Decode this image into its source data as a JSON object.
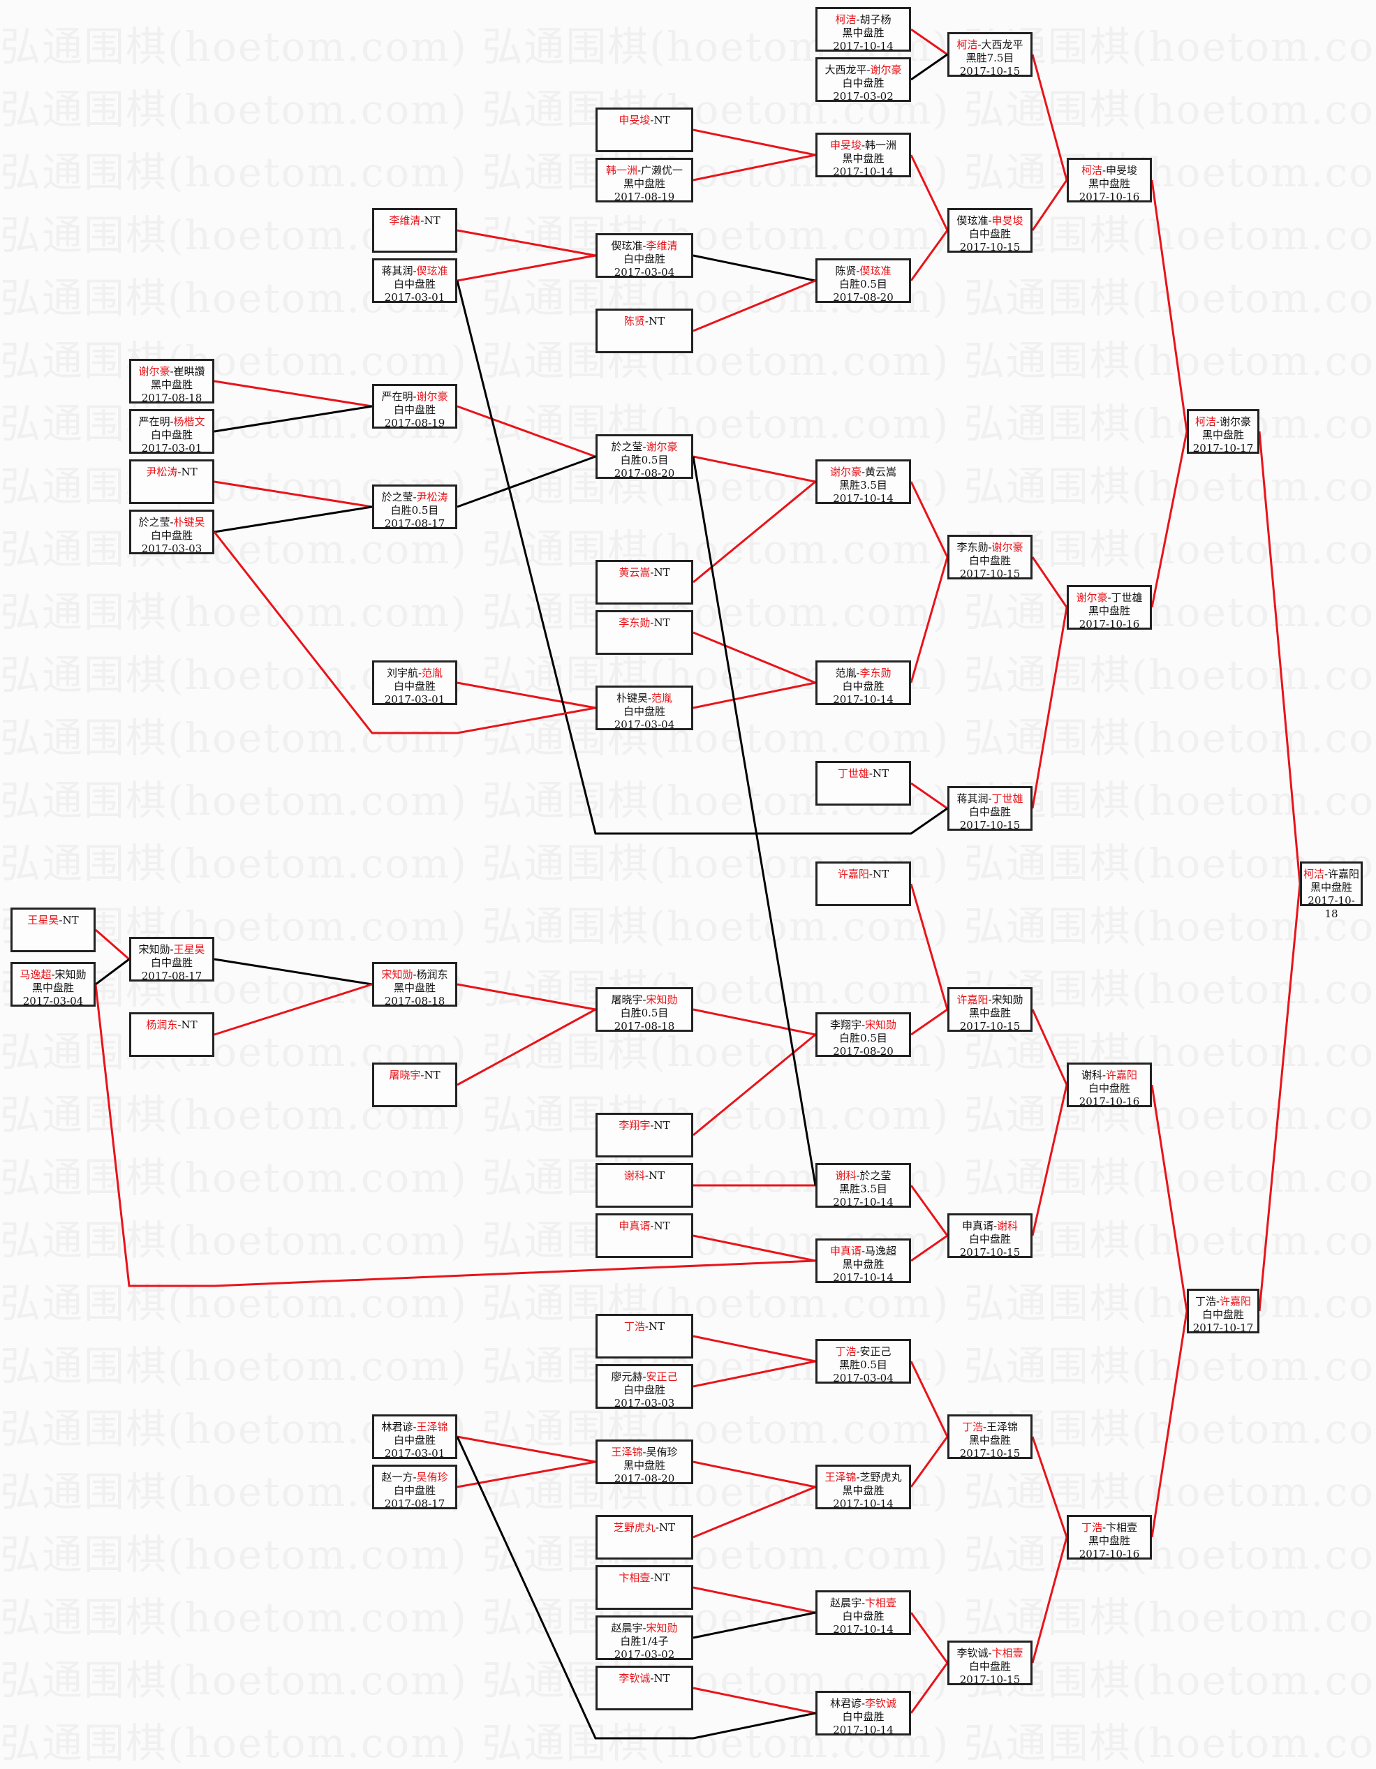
{
  "watermark_text": "弘通围棋(hoetom.com)",
  "colors": {
    "winner": "#e8141a",
    "win_line": "#e8141a",
    "loss_line": "#000000",
    "box_border": "#222222"
  },
  "matches": [
    {
      "id": "c0_0",
      "col": 0,
      "row": 1300,
      "p1": "王星昊",
      "p2": "NT",
      "winner": 1,
      "result": "",
      "date": ""
    },
    {
      "id": "c0_1",
      "col": 0,
      "row": 1378,
      "p1": "马逸超",
      "p2": "宋知勋",
      "winner": 1,
      "result": "黑中盘胜",
      "date": "2017-03-04",
      "bold": true
    },
    {
      "id": "c1_0",
      "col": 1,
      "row": 514,
      "p1": "谢尔豪",
      "p2": "崔晎讚",
      "winner": 1,
      "result": "黑中盘胜",
      "date": "2017-08-18",
      "bold": true
    },
    {
      "id": "c1_1",
      "col": 1,
      "row": 586,
      "p1": "严在明",
      "p2": "杨楷文",
      "winner": 2,
      "result": "白中盘胜",
      "date": "2017-03-01"
    },
    {
      "id": "c1_2",
      "col": 1,
      "row": 658,
      "p1": "尹松涛",
      "p2": "NT",
      "winner": 1,
      "result": "",
      "date": ""
    },
    {
      "id": "c1_3",
      "col": 1,
      "row": 730,
      "p1": "於之莹",
      "p2": "朴键昊",
      "winner": 2,
      "result": "白中盘胜",
      "date": "2017-03-03",
      "bold": true
    },
    {
      "id": "c1_4",
      "col": 1,
      "row": 1342,
      "p1": "宋知勋",
      "p2": "王星昊",
      "winner": 2,
      "result": "白中盘胜",
      "date": "2017-08-17"
    },
    {
      "id": "c1_5",
      "col": 1,
      "row": 1450,
      "p1": "杨润东",
      "p2": "NT",
      "winner": 1,
      "result": "",
      "date": ""
    },
    {
      "id": "c2_0",
      "col": 2,
      "row": 298,
      "p1": "李维清",
      "p2": "NT",
      "winner": 1,
      "result": "",
      "date": ""
    },
    {
      "id": "c2_1",
      "col": 2,
      "row": 370,
      "p1": "蒋其润",
      "p2": "偰玹准",
      "winner": 2,
      "result": "白中盘胜",
      "date": "2017-03-01",
      "bold": true
    },
    {
      "id": "c2_2",
      "col": 2,
      "row": 550,
      "p1": "严在明",
      "p2": "谢尔豪",
      "winner": 2,
      "result": "白中盘胜",
      "date": "2017-08-19"
    },
    {
      "id": "c2_3",
      "col": 2,
      "row": 694,
      "p1": "於之莹",
      "p2": "尹松涛",
      "winner": 2,
      "result": "白胜0.5目",
      "date": "2017-08-17"
    },
    {
      "id": "c2_4",
      "col": 2,
      "row": 946,
      "p1": "刘宇航",
      "p2": "范胤",
      "winner": 2,
      "result": "白中盘胜",
      "date": "2017-03-01"
    },
    {
      "id": "c2_5",
      "col": 2,
      "row": 1378,
      "p1": "宋知勋",
      "p2": "杨润东",
      "winner": 1,
      "result": "黑中盘胜",
      "date": "2017-08-18"
    },
    {
      "id": "c2_6",
      "col": 2,
      "row": 1522,
      "p1": "屠晓宇",
      "p2": "NT",
      "winner": 1,
      "result": "",
      "date": ""
    },
    {
      "id": "c2_7",
      "col": 2,
      "row": 2026,
      "p1": "林君谚",
      "p2": "王泽锦",
      "winner": 2,
      "result": "白中盘胜",
      "date": "2017-03-01",
      "bold": true
    },
    {
      "id": "c2_8",
      "col": 2,
      "row": 2098,
      "p1": "赵一方",
      "p2": "吴侑珍",
      "winner": 2,
      "result": "白中盘胜",
      "date": "2017-08-17"
    },
    {
      "id": "c3_0",
      "col": 3,
      "row": 154,
      "p1": "申旻埈",
      "p2": "NT",
      "winner": 1,
      "result": "",
      "date": ""
    },
    {
      "id": "c3_1",
      "col": 3,
      "row": 226,
      "p1": "韩一洲",
      "p2": "广濑优一",
      "winner": 1,
      "result": "黑中盘胜",
      "date": "2017-08-19"
    },
    {
      "id": "c3_2",
      "col": 3,
      "row": 334,
      "p1": "偰玹准",
      "p2": "李维清",
      "winner": 2,
      "result": "白中盘胜",
      "date": "2017-03-04"
    },
    {
      "id": "c3_3",
      "col": 3,
      "row": 442,
      "p1": "陈贤",
      "p2": "NT",
      "winner": 1,
      "result": "",
      "date": ""
    },
    {
      "id": "c3_4",
      "col": 3,
      "row": 622,
      "p1": "於之莹",
      "p2": "谢尔豪",
      "winner": 2,
      "result": "白胜0.5目",
      "date": "2017-08-20"
    },
    {
      "id": "c3_5",
      "col": 3,
      "row": 802,
      "p1": "黄云嵩",
      "p2": "NT",
      "winner": 1,
      "result": "",
      "date": ""
    },
    {
      "id": "c3_6",
      "col": 3,
      "row": 874,
      "p1": "李东勋",
      "p2": "NT",
      "winner": 1,
      "result": "",
      "date": ""
    },
    {
      "id": "c3_7",
      "col": 3,
      "row": 982,
      "p1": "朴键昊",
      "p2": "范胤",
      "winner": 2,
      "result": "白中盘胜",
      "date": "2017-03-04"
    },
    {
      "id": "c3_8",
      "col": 3,
      "row": 1414,
      "p1": "屠晓宇",
      "p2": "宋知勋",
      "winner": 2,
      "result": "白胜0.5目",
      "date": "2017-08-18"
    },
    {
      "id": "c3_9",
      "col": 3,
      "row": 1594,
      "p1": "李翔宇",
      "p2": "NT",
      "winner": 1,
      "result": "",
      "date": ""
    },
    {
      "id": "c3_10",
      "col": 3,
      "row": 1666,
      "p1": "谢科",
      "p2": "NT",
      "winner": 1,
      "result": "",
      "date": ""
    },
    {
      "id": "c3_11",
      "col": 3,
      "row": 1738,
      "p1": "申真谞",
      "p2": "NT",
      "winner": 1,
      "result": "",
      "date": ""
    },
    {
      "id": "c3_12",
      "col": 3,
      "row": 1882,
      "p1": "丁浩",
      "p2": "NT",
      "winner": 1,
      "result": "",
      "date": ""
    },
    {
      "id": "c3_13",
      "col": 3,
      "row": 1954,
      "p1": "廖元赫",
      "p2": "安正己",
      "winner": 2,
      "result": "白中盘胜",
      "date": "2017-03-03"
    },
    {
      "id": "c3_14",
      "col": 3,
      "row": 2062,
      "p1": "王泽锦",
      "p2": "吴侑珍",
      "winner": 1,
      "result": "黑中盘胜",
      "date": "2017-08-20"
    },
    {
      "id": "c3_15",
      "col": 3,
      "row": 2170,
      "p1": "芝野虎丸",
      "p2": "NT",
      "winner": 1,
      "result": "",
      "date": ""
    },
    {
      "id": "c3_16",
      "col": 3,
      "row": 2242,
      "p1": "卞相壹",
      "p2": "NT",
      "winner": 1,
      "result": "",
      "date": ""
    },
    {
      "id": "c3_17",
      "col": 3,
      "row": 2314,
      "p1": "赵晨宇",
      "p2": "宋知勋",
      "winner": 2,
      "result": "白胜1/4子",
      "date": "2017-03-02"
    },
    {
      "id": "c3_18",
      "col": 3,
      "row": 2386,
      "p1": "李钦诚",
      "p2": "NT",
      "winner": 1,
      "result": "",
      "date": ""
    },
    {
      "id": "c4_0",
      "col": 4,
      "row": 10,
      "p1": "柯洁",
      "p2": "胡子杨",
      "winner": 1,
      "result": "黑中盘胜",
      "date": "2017-10-14"
    },
    {
      "id": "c4_1",
      "col": 4,
      "row": 82,
      "p1": "大西龙平",
      "p2": "谢尔豪",
      "winner": 2,
      "result": "白中盘胜",
      "date": "2017-03-02"
    },
    {
      "id": "c4_2",
      "col": 4,
      "row": 190,
      "p1": "申旻埈",
      "p2": "韩一洲",
      "winner": 1,
      "result": "黑中盘胜",
      "date": "2017-10-14"
    },
    {
      "id": "c4_3",
      "col": 4,
      "row": 370,
      "p1": "陈贤",
      "p2": "偰玹准",
      "winner": 2,
      "result": "白胜0.5目",
      "date": "2017-08-20"
    },
    {
      "id": "c4_4",
      "col": 4,
      "row": 658,
      "p1": "谢尔豪",
      "p2": "黄云嵩",
      "winner": 1,
      "result": "黑胜3.5目",
      "date": "2017-10-14"
    },
    {
      "id": "c4_5",
      "col": 4,
      "row": 946,
      "p1": "范胤",
      "p2": "李东勋",
      "winner": 2,
      "result": "白中盘胜",
      "date": "2017-10-14"
    },
    {
      "id": "c4_6",
      "col": 4,
      "row": 1090,
      "p1": "丁世雄",
      "p2": "NT",
      "winner": 1,
      "result": "",
      "date": ""
    },
    {
      "id": "c4_7",
      "col": 4,
      "row": 1234,
      "p1": "许嘉阳",
      "p2": "NT",
      "winner": 1,
      "result": "",
      "date": ""
    },
    {
      "id": "c4_8",
      "col": 4,
      "row": 1450,
      "p1": "李翔宇",
      "p2": "宋知勋",
      "winner": 2,
      "result": "白胜0.5目",
      "date": "2017-08-20"
    },
    {
      "id": "c4_9",
      "col": 4,
      "row": 1666,
      "p1": "谢科",
      "p2": "於之莹",
      "winner": 1,
      "result": "黑胜3.5目",
      "date": "2017-10-14"
    },
    {
      "id": "c4_10",
      "col": 4,
      "row": 1774,
      "p1": "申真谞",
      "p2": "马逸超",
      "winner": 1,
      "result": "黑中盘胜",
      "date": "2017-10-14"
    },
    {
      "id": "c4_11",
      "col": 4,
      "row": 1918,
      "p1": "丁浩",
      "p2": "安正己",
      "winner": 1,
      "result": "黑胜0.5目",
      "date": "2017-03-04"
    },
    {
      "id": "c4_12",
      "col": 4,
      "row": 2098,
      "p1": "王泽锦",
      "p2": "芝野虎丸",
      "winner": 1,
      "result": "黑中盘胜",
      "date": "2017-10-14"
    },
    {
      "id": "c4_13",
      "col": 4,
      "row": 2278,
      "p1": "赵晨宇",
      "p2": "卞相壹",
      "winner": 2,
      "result": "白中盘胜",
      "date": "2017-10-14"
    },
    {
      "id": "c4_14",
      "col": 4,
      "row": 2422,
      "p1": "林君谚",
      "p2": "李钦诚",
      "winner": 2,
      "result": "白中盘胜",
      "date": "2017-10-14"
    },
    {
      "id": "c5_0",
      "col": 5,
      "row": 46,
      "p1": "柯洁",
      "p2": "大西龙平",
      "winner": 1,
      "result": "黑胜7.5目",
      "date": "2017-10-15"
    },
    {
      "id": "c5_1",
      "col": 5,
      "row": 298,
      "p1": "偰玹准",
      "p2": "申旻埈",
      "winner": 2,
      "result": "白中盘胜",
      "date": "2017-10-15"
    },
    {
      "id": "c5_2",
      "col": 5,
      "row": 766,
      "p1": "李东勋",
      "p2": "谢尔豪",
      "winner": 2,
      "result": "白中盘胜",
      "date": "2017-10-15"
    },
    {
      "id": "c5_3",
      "col": 5,
      "row": 1126,
      "p1": "蒋其润",
      "p2": "丁世雄",
      "winner": 2,
      "result": "白中盘胜",
      "date": "2017-10-15"
    },
    {
      "id": "c5_4",
      "col": 5,
      "row": 1414,
      "p1": "许嘉阳",
      "p2": "宋知勋",
      "winner": 1,
      "result": "黑中盘胜",
      "date": "2017-10-15"
    },
    {
      "id": "c5_5",
      "col": 5,
      "row": 1738,
      "p1": "申真谞",
      "p2": "谢科",
      "winner": 2,
      "result": "白中盘胜",
      "date": "2017-10-15"
    },
    {
      "id": "c5_6",
      "col": 5,
      "row": 2026,
      "p1": "丁浩",
      "p2": "王泽锦",
      "winner": 1,
      "result": "黑中盘胜",
      "date": "2017-10-15"
    },
    {
      "id": "c5_7",
      "col": 5,
      "row": 2350,
      "p1": "李钦诚",
      "p2": "卞相壹",
      "winner": 2,
      "result": "白中盘胜",
      "date": "2017-10-15"
    },
    {
      "id": "c6_0",
      "col": 6,
      "row": 226,
      "p1": "柯洁",
      "p2": "申旻埈",
      "winner": 1,
      "result": "黑中盘胜",
      "date": "2017-10-16"
    },
    {
      "id": "c6_1",
      "col": 6,
      "row": 838,
      "p1": "谢尔豪",
      "p2": "丁世雄",
      "winner": 1,
      "result": "黑中盘胜",
      "date": "2017-10-16"
    },
    {
      "id": "c6_2",
      "col": 6,
      "row": 1522,
      "p1": "谢科",
      "p2": "许嘉阳",
      "winner": 2,
      "result": "白中盘胜",
      "date": "2017-10-16"
    },
    {
      "id": "c6_3",
      "col": 6,
      "row": 2170,
      "p1": "丁浩",
      "p2": "卞相壹",
      "winner": 1,
      "result": "黑中盘胜",
      "date": "2017-10-16"
    },
    {
      "id": "c7_0",
      "col": 7,
      "row": 586,
      "p1": "柯洁",
      "p2": "谢尔豪",
      "winner": 1,
      "result": "黑中盘胜",
      "date": "2017-10-17"
    },
    {
      "id": "c7_1",
      "col": 7,
      "row": 1846,
      "p1": "丁浩",
      "p2": "许嘉阳",
      "winner": 2,
      "result": "白中盘胜",
      "date": "2017-10-17"
    },
    {
      "id": "c8_0",
      "col": 8,
      "row": 1234,
      "p1": "柯洁",
      "p2": "许嘉阳",
      "winner": 1,
      "result": "黑中盘胜",
      "date": "2017-10-18"
    }
  ],
  "links": [
    [
      "c4_0",
      "c5_0",
      "r"
    ],
    [
      "c4_1",
      "c5_0",
      "k"
    ],
    [
      "c3_0",
      "c4_2",
      "r"
    ],
    [
      "c3_1",
      "c4_2",
      "r"
    ],
    [
      "c2_0",
      "c3_2",
      "r"
    ],
    [
      "c2_1",
      "c3_2",
      "r"
    ],
    [
      "c3_2",
      "c4_3",
      "k"
    ],
    [
      "c3_3",
      "c4_3",
      "r"
    ],
    [
      "c4_2",
      "c5_1",
      "r"
    ],
    [
      "c4_3",
      "c5_1",
      "r"
    ],
    [
      "c5_0",
      "c6_0",
      "r"
    ],
    [
      "c5_1",
      "c6_0",
      "r"
    ],
    [
      "c1_0",
      "c2_2",
      "r"
    ],
    [
      "c1_1",
      "c2_2",
      "k"
    ],
    [
      "c1_2",
      "c2_3",
      "r"
    ],
    [
      "c1_3",
      "c2_3",
      "k"
    ],
    [
      "c2_2",
      "c3_4",
      "r"
    ],
    [
      "c2_3",
      "c3_4",
      "k"
    ],
    [
      "c3_4",
      "c4_4",
      "r"
    ],
    [
      "c3_5",
      "c4_4",
      "r"
    ],
    [
      "c3_6",
      "c4_5",
      "r"
    ],
    [
      "c3_7",
      "c4_5",
      "r"
    ],
    [
      "c2_4",
      "c3_7",
      "r"
    ],
    [
      "c4_4",
      "c5_2",
      "r"
    ],
    [
      "c4_5",
      "c5_2",
      "r"
    ],
    [
      "c4_6",
      "c5_3",
      "r"
    ],
    [
      "c5_2",
      "c6_1",
      "r"
    ],
    [
      "c5_3",
      "c6_1",
      "r"
    ],
    [
      "c6_0",
      "c7_0",
      "r"
    ],
    [
      "c6_1",
      "c7_0",
      "r"
    ],
    [
      "c0_0",
      "c1_4",
      "r"
    ],
    [
      "c0_1",
      "c1_4",
      "k"
    ],
    [
      "c1_4",
      "c2_5",
      "k"
    ],
    [
      "c1_5",
      "c2_5",
      "r"
    ],
    [
      "c2_5",
      "c3_8",
      "r"
    ],
    [
      "c2_6",
      "c3_8",
      "r"
    ],
    [
      "c3_8",
      "c4_8",
      "r"
    ],
    [
      "c3_9",
      "c4_8",
      "r"
    ],
    [
      "c4_7",
      "c5_4",
      "r"
    ],
    [
      "c4_8",
      "c5_4",
      "r"
    ],
    [
      "c3_10",
      "c4_9",
      "r"
    ],
    [
      "c3_11",
      "c4_10",
      "r"
    ],
    [
      "c4_9",
      "c5_5",
      "r"
    ],
    [
      "c4_10",
      "c5_5",
      "r"
    ],
    [
      "c5_4",
      "c6_2",
      "r"
    ],
    [
      "c5_5",
      "c6_2",
      "r"
    ],
    [
      "c3_12",
      "c4_11",
      "r"
    ],
    [
      "c3_13",
      "c4_11",
      "r"
    ],
    [
      "c2_7",
      "c3_14",
      "r"
    ],
    [
      "c2_8",
      "c3_14",
      "r"
    ],
    [
      "c3_14",
      "c4_12",
      "r"
    ],
    [
      "c3_15",
      "c4_12",
      "r"
    ],
    [
      "c4_11",
      "c5_6",
      "r"
    ],
    [
      "c4_12",
      "c5_6",
      "r"
    ],
    [
      "c3_16",
      "c4_13",
      "r"
    ],
    [
      "c3_17",
      "c4_13",
      "k"
    ],
    [
      "c3_18",
      "c4_14",
      "r"
    ],
    [
      "c4_13",
      "c5_7",
      "r"
    ],
    [
      "c4_14",
      "c5_7",
      "r"
    ],
    [
      "c5_6",
      "c6_3",
      "r"
    ],
    [
      "c5_7",
      "c6_3",
      "r"
    ],
    [
      "c6_2",
      "c7_1",
      "r"
    ],
    [
      "c6_3",
      "c7_1",
      "r"
    ],
    [
      "c7_0",
      "c8_0",
      "r"
    ],
    [
      "c7_1",
      "c8_0",
      "r"
    ]
  ],
  "long_links": [
    {
      "from": "c2_1",
      "to": "c5_3",
      "color": "k",
      "via_col": 3,
      "via_row": 1194
    },
    {
      "from": "c1_3",
      "to": "c3_7",
      "color": "r",
      "via_col": 2,
      "via_row": 1050
    },
    {
      "from": "c3_4",
      "to": "c4_9",
      "color": "k"
    },
    {
      "from": "c0_1",
      "to": "c4_10",
      "color": "r",
      "via_col": 1,
      "via_row": 1842
    },
    {
      "from": "c2_7",
      "to": "c4_14",
      "color": "k",
      "via_col": 3,
      "via_row": 2490
    }
  ]
}
